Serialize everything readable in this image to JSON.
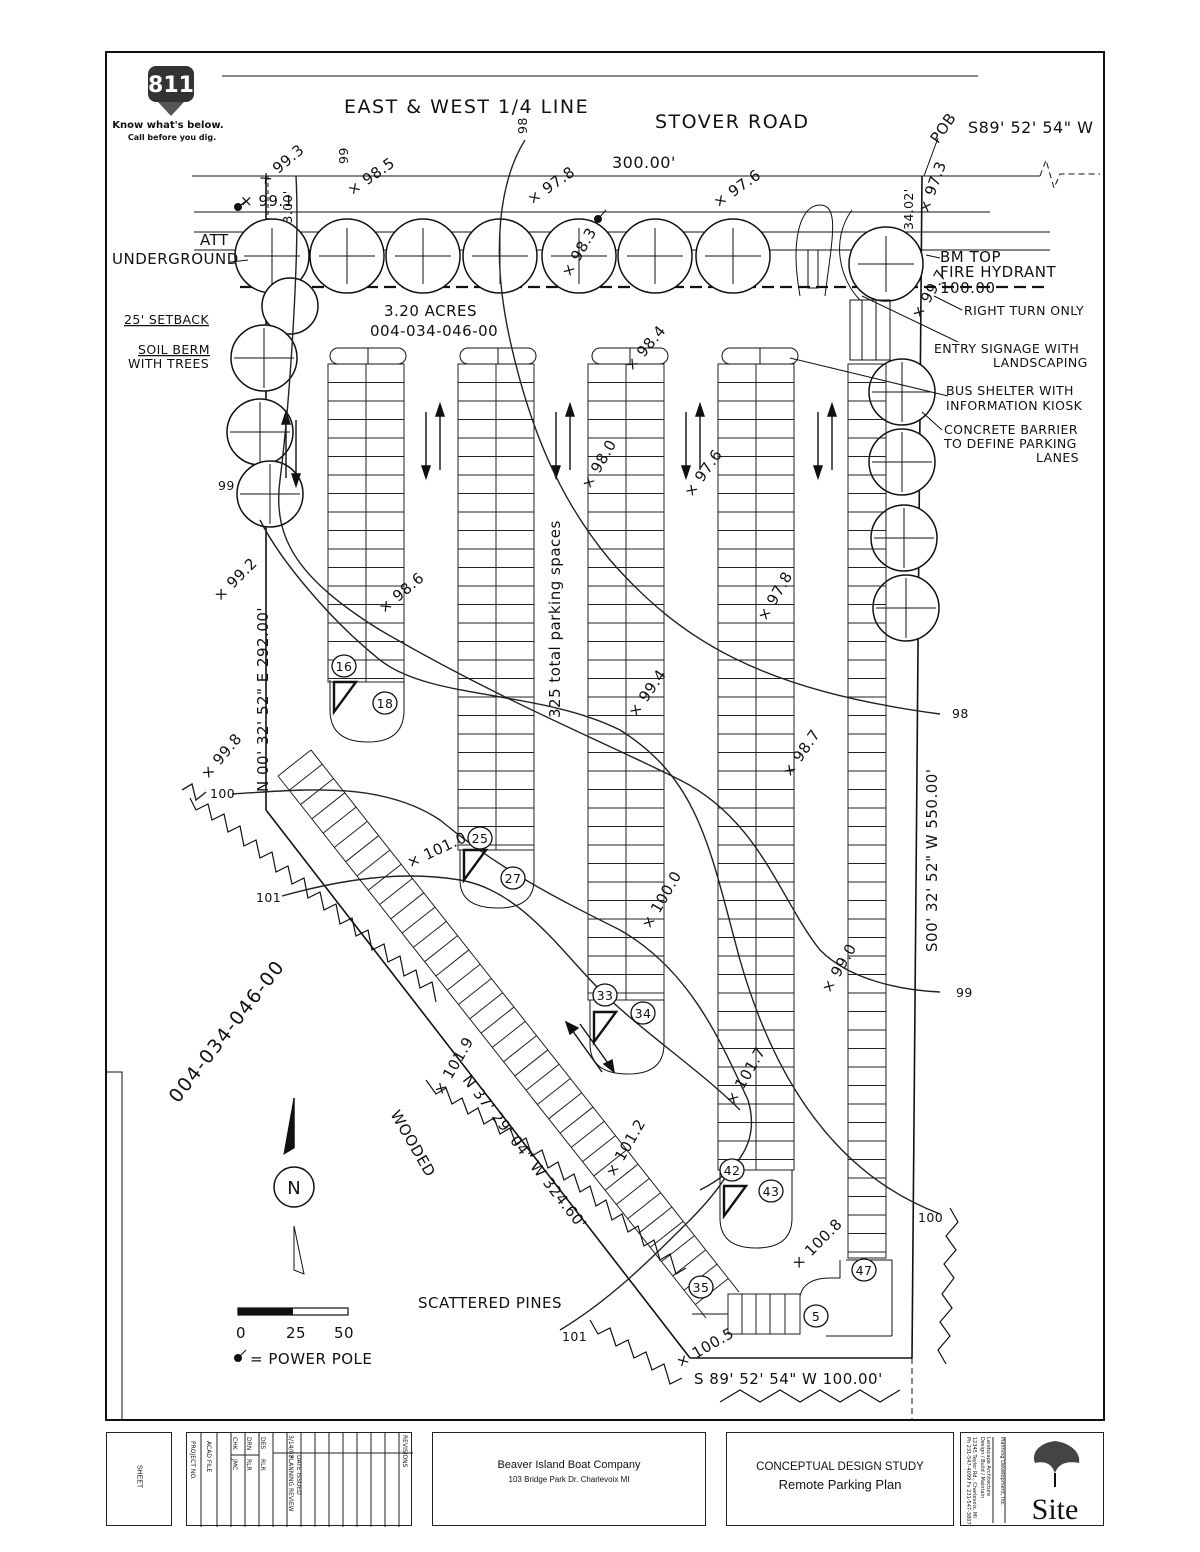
{
  "sheet": {
    "logo_811": {
      "number": "811",
      "line1": "Know what's below.",
      "line2": "Call before you dig."
    },
    "road_labels": {
      "quarter_line": "EAST & WEST 1/4 LINE",
      "road": "STOVER ROAD"
    },
    "bearings": {
      "north_line": "S89' 52' 54\" W",
      "top_distance": "300.00'",
      "west_side": "N 00' 32' 52\" E 292.00'",
      "east_side": "S00' 32' 52\" W 550.00'",
      "diagonal": "N 37' 29' 04\" W 324.60'",
      "south_line": "S 89' 52' 54\" W 100.00'",
      "short_top": "34.02'",
      "short_left": "33.00'",
      "pob": "POB"
    },
    "site_info": {
      "acres": "3.20 ACRES",
      "parcel": "004-034-046-00",
      "parcel_rotated": "004-034-046-00",
      "total_spaces": "325 total parking spaces"
    },
    "callouts": {
      "att": "ATT",
      "underground": "UNDERGROUND",
      "setback": "25' SETBACK",
      "berm_1": "SOIL BERM",
      "berm_2": "WITH TREES",
      "bm_1": "BM TOP",
      "bm_2": "FIRE HYDRANT",
      "bm_3": "100.00",
      "right_turn": "RIGHT TURN ONLY",
      "entry_1": "ENTRY SIGNAGE WITH",
      "entry_2": "LANDSCAPING",
      "bus_1": "BUS SHELTER WITH",
      "bus_2": "INFORMATION KIOSK",
      "barrier_1": "CONCRETE BARRIER",
      "barrier_2": "TO DEFINE PARKING",
      "barrier_3": "LANES",
      "wooded": "WOODED",
      "pines": "SCATTERED PINES",
      "power_pole": "= POWER POLE"
    },
    "contours": {
      "c98_top": "98",
      "c99_top": "99",
      "c99_left": "99",
      "c98_right": "98",
      "c99_right": "99",
      "c100_left": "100",
      "c101_left": "101",
      "c100_right": "100",
      "c101_bottom": "101"
    },
    "spot_elevations": [
      "99.1",
      "99.3",
      "98.5",
      "97.8",
      "97.6",
      "97.3",
      "98.6",
      "98.0",
      "97.6",
      "97.8",
      "99.2",
      "99.8",
      "99.4",
      "98.7",
      "101.0",
      "100.0",
      "99.0",
      "101.9",
      "101.7",
      "101.2",
      "100.8",
      "100.5",
      "98.3",
      "98.4",
      "99.7"
    ],
    "stall_counts": [
      "16",
      "18",
      "25",
      "27",
      "33",
      "34",
      "42",
      "43",
      "35",
      "47",
      "5"
    ],
    "north_arrow": "N",
    "scale": {
      "zero": "0",
      "mid": "25",
      "end": "50"
    }
  },
  "title_block": {
    "sheet_label": "SHEET",
    "project_label": "PROJECT NO.",
    "acad_label": "ACAD FILE",
    "revisions_label": "REVISIONS",
    "date_issued_label": "DATE ISSUED",
    "issue_1": "PLANNING REVIEW",
    "issue_date_1": "3/14/03",
    "drawn_rows": [
      [
        "DES",
        "RLR"
      ],
      [
        "DRN",
        "RLR"
      ],
      [
        "CHK",
        "JMC"
      ]
    ],
    "client_name": "Beaver Island Boat Company",
    "client_address": "103 Bridge Park Dr.   Charlevoix  MI",
    "study_title": "CONCEPTUAL DESIGN STUDY",
    "plan_title": "Remote Parking Plan",
    "firm_tagline_1": "Landscape Architecture",
    "firm_tagline_2": "Design / Build / Maintain",
    "firm_address_1": "12345 Taylor Rd., Charlevoix, MI",
    "firm_address_2": "Ph 231-547-4099  Fx 231-547-3807",
    "firm_company": "Planning Development, Inc.",
    "firm_logo": "Site"
  }
}
